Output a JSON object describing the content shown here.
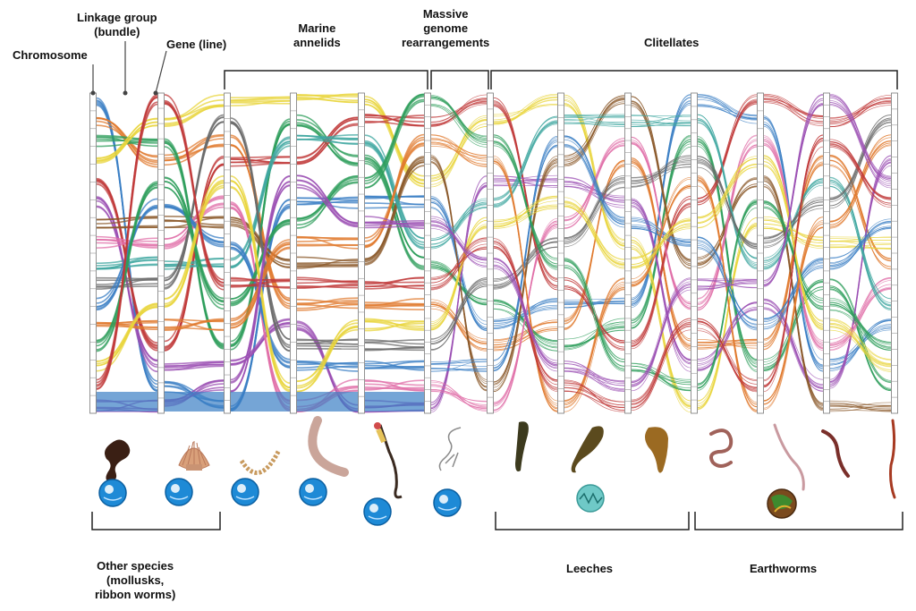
{
  "annotations": {
    "chromosome": "Chromosome",
    "linkage_group": "Linkage group\n(bundle)",
    "gene_line": "Gene (line)"
  },
  "groups_top": {
    "marine": "Marine\nannelids",
    "rearrangements": "Massive\ngenome\nrearrangements",
    "clitellates": "Clitellates"
  },
  "groups_bottom": {
    "other": "Other species\n(mollusks,\nribbon worms)",
    "leeches": "Leeches",
    "earthworms": "Earthworms"
  },
  "palette": [
    "#3b7fc4",
    "#e07a2e",
    "#2e9e5b",
    "#e8d43a",
    "#c03a3a",
    "#9b4fb3",
    "#8b5a2b",
    "#e06fa8",
    "#3fa7a0",
    "#6b6b6b"
  ],
  "habitat_icons": {
    "marine": "water-drop-icon",
    "freshwater": "wave-icon",
    "terrestrial": "soil-icon"
  }
}
